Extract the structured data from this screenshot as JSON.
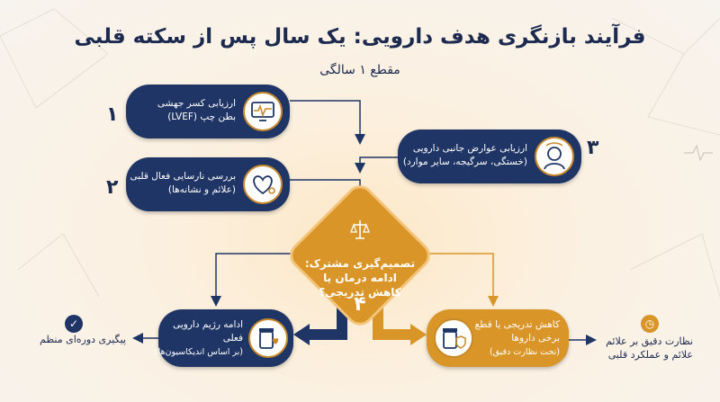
{
  "title": "فرآیند بازنگری هدف دارویی: یک سال پس از سکته قلبی",
  "subtitle": "مقطع ۱ سالگی",
  "steps": [
    {
      "number": "۱",
      "line1": "ارزیابی کسر جهشی",
      "line2": "بطن چپ (LVEF)",
      "icon": "heart-monitor-icon"
    },
    {
      "number": "۲",
      "line1": "بررسی نارسایی فعال قلبی",
      "line2": "(علائم و نشانه‌ها)",
      "icon": "heart-stethoscope-icon"
    },
    {
      "number": "۳",
      "line1": "ارزیابی عوارض جانبی دارویی",
      "line2": "(خستگی، سرگیجه، سایر موارد)",
      "icon": "dizzy-person-icon"
    }
  ],
  "decision": {
    "number": "۴",
    "line1": "تصمیم‌گیری مشترک:",
    "line2": "ادامه درمان یا",
    "line3": "کاهش تدریجی؟",
    "icon": "scale-question-icon"
  },
  "outcomes": {
    "continue": {
      "line1": "ادامه رژیم دارویی",
      "line2": "فعلی",
      "line3": "(بر اساس اندیکاسیون‌ها)",
      "icon": "pill-bottle-heart-icon"
    },
    "taper": {
      "line1": "کاهش تدریجی یا قطع",
      "line2": "برخی داروها",
      "line3": "(تحت نظارت دقیق)",
      "icon": "pill-bottle-shield-icon"
    }
  },
  "followups": {
    "left": {
      "text": "پیگیری دوره‌ای منظم",
      "icon": "check-circle-icon"
    },
    "right": {
      "line1": "نظارت دقیق بر علائم",
      "line2": "علائم و عملکرد قلبی",
      "icon": "clock-icon"
    }
  },
  "colors": {
    "navy": "#1f3566",
    "gold": "#d99527",
    "text": "#1c2a4f"
  }
}
